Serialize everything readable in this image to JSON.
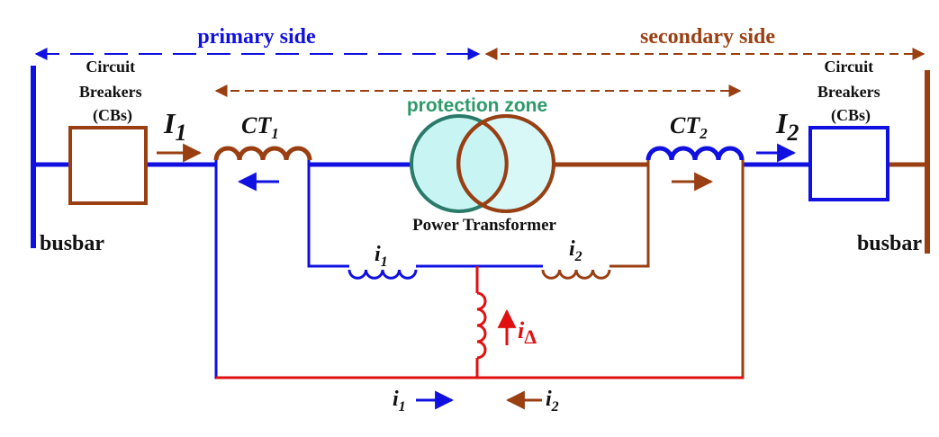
{
  "labels": {
    "primary_side": "primary side",
    "secondary_side": "secondary side",
    "cb_left": [
      "Circuit",
      "Breakers",
      "(CBs)"
    ],
    "cb_right": [
      "Circuit",
      "Breakers",
      "(CBs)"
    ],
    "busbar_left": "busbar",
    "busbar_right": "busbar",
    "protection_zone": "protection zone",
    "power_transformer": "Power Transformer",
    "I1": "I",
    "I1_sub": "1",
    "I2": "I",
    "I2_sub": "2",
    "CT1": "CT",
    "CT1_sub": "1",
    "CT2": "CT",
    "CT2_sub": "2",
    "i1_relay": "i",
    "i1_relay_sub": "1",
    "i2_relay": "i",
    "i2_relay_sub": "2",
    "idelta": "i",
    "idelta_sub": "Δ",
    "i1_bottom": "i",
    "i1_bottom_sub": "1",
    "i2_bottom": "i",
    "i2_bottom_sub": "2"
  },
  "colors": {
    "primary": "#1010e0",
    "secondary": "#9a3f12",
    "relay": "#e01010",
    "zone_text": "#2e9a6a",
    "core_fill": "#c8f4f4",
    "core_stroke": "#2a7a6a",
    "text": "#111111"
  }
}
